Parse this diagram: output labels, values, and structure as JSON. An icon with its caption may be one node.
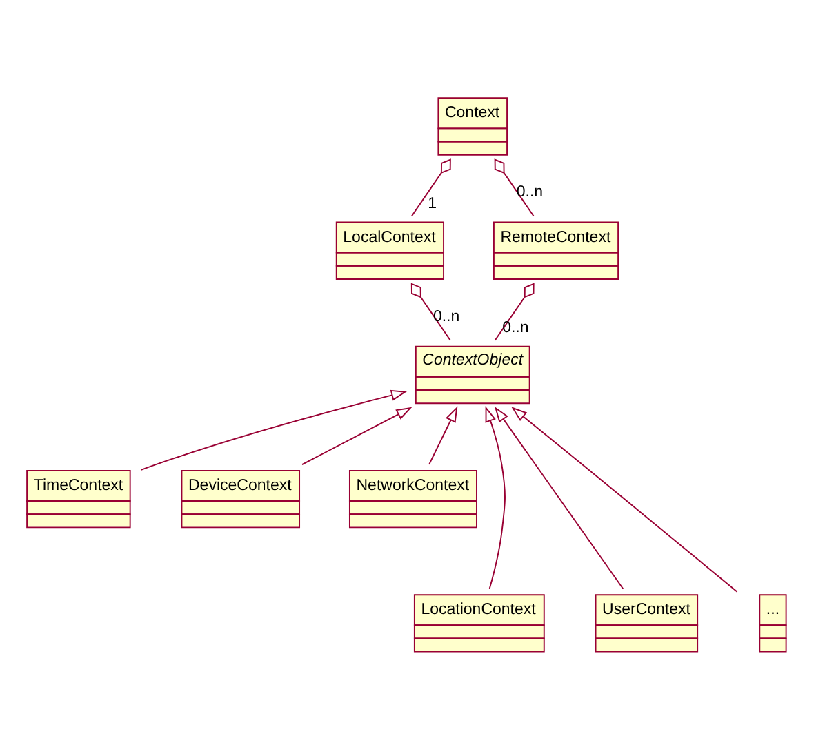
{
  "diagram": {
    "nodes": [
      {
        "text": [
          "Context"
        ]
      },
      {
        "text": [
          "LocalContext"
        ]
      },
      {
        "text": [
          "RemoteContext"
        ]
      },
      {
        "text": [
          "ContextObject"
        ]
      },
      {
        "text": [
          "TimeContext"
        ]
      },
      {
        "text": [
          "DeviceContext"
        ]
      },
      {
        "text": [
          "NetworkContext"
        ]
      },
      {
        "text": [
          "LocationContext"
        ]
      },
      {
        "text": [
          "UserContext"
        ]
      },
      {
        "text": [
          "..."
        ]
      }
    ],
    "edges": [
      {
        "from": 0,
        "to": 1,
        "arrow": "other",
        "label": "1"
      },
      {
        "from": 0,
        "to": 2,
        "arrow": "other",
        "label": "0..n"
      },
      {
        "from": 1,
        "to": 3,
        "arrow": "other",
        "label": "0..n"
      },
      {
        "from": 2,
        "to": 3,
        "arrow": "other",
        "label": "0..n"
      },
      {
        "from": 4,
        "to": 3,
        "arrow": "to"
      },
      {
        "from": 5,
        "to": 3,
        "arrow": "to"
      },
      {
        "from": 6,
        "to": 3,
        "arrow": "to"
      },
      {
        "from": 7,
        "to": 3,
        "arrow": "to"
      },
      {
        "from": 8,
        "to": 3,
        "arrow": "to"
      },
      {
        "from": 9,
        "to": 3,
        "arrow": "to"
      }
    ]
  }
}
